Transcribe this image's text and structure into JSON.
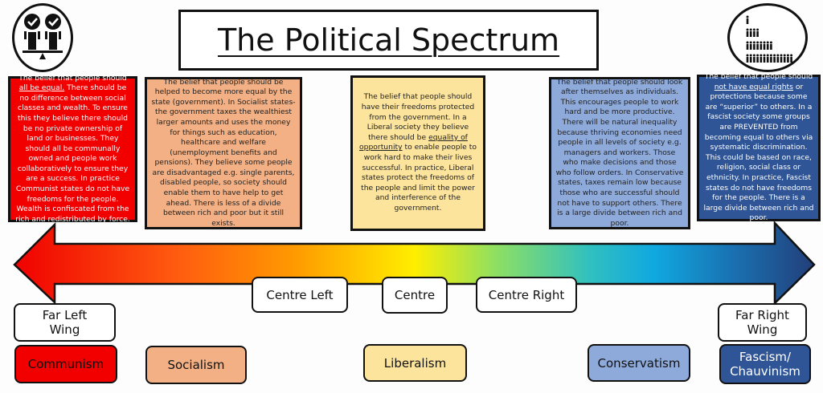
{
  "title": "The Political Spectrum",
  "descriptions": {
    "communism": {
      "pre": "The belief that people should ",
      "u": "all be equal.",
      "post": " There should be no difference between social classes and wealth. To ensure this they believe there should be no private ownership of land or businesses. They should all be communally owned and people work collaboratively to ensure they are a success. In practice Communist states do not have freedoms for the people. Wealth is confiscated from the rich and redistributed by force."
    },
    "socialism": {
      "text": "The belief that people should be helped to become more equal by the state (government). In Socialist states- the government taxes the wealthiest larger amounts and uses the money for things such as education, healthcare and welfare (unemployment benefits and pensions). They believe some people are disadvantaged e.g. single parents, disabled people, so society should enable them to have help to get ahead. There is less of a divide between rich and poor but it still exists."
    },
    "liberalism": {
      "pre": "The belief that people should have their freedoms protected from the government. In a Liberal society they believe there should be ",
      "u": "equality of opportunity",
      "post": " to enable people to work hard to make their lives successful. In practice, Liberal states protect the freedoms of the people and limit the power and interference of the government."
    },
    "conservatism": {
      "text": "The belief that people should look after themselves as individuals. This encourages people to work hard and be more productive. There will be natural inequality because thriving economies need people in all levels of society e.g. managers and workers. Those who make decisions and those who follow orders. In Conservative states, taxes remain low because those who are successful should not have to support others. There is a large divide between rich and poor."
    },
    "fascism": {
      "pre": "The belief that people should ",
      "u": "not have equal rights",
      "post": " or protections because some are “superior” to others. In a fascist society some groups are PREVENTED from becoming equal to others via systematic discrimination. This could be based on race, religion, social class or ethnicity. In practice, Fascist states do not have freedoms for the people. There is a large divide between rich and poor."
    }
  },
  "positions": {
    "far_left": "Far Left Wing",
    "centre_left": "Centre Left",
    "centre": "Centre",
    "centre_right": "Centre Right",
    "far_right": "Far Right Wing"
  },
  "ideologies": {
    "communism": "Communism",
    "socialism": "Socialism",
    "liberalism": "Liberalism",
    "conservatism": "Conservatism",
    "fascism": "Fascism/ Chauvinism"
  },
  "colors": {
    "communism": "#f20000",
    "socialism": "#f2b084",
    "liberalism": "#fde49c",
    "conservatism": "#8eaadb",
    "fascism": "#2f5597"
  },
  "icons": {
    "left": "equality-scale-icon",
    "right": "hierarchy-people-icon"
  }
}
